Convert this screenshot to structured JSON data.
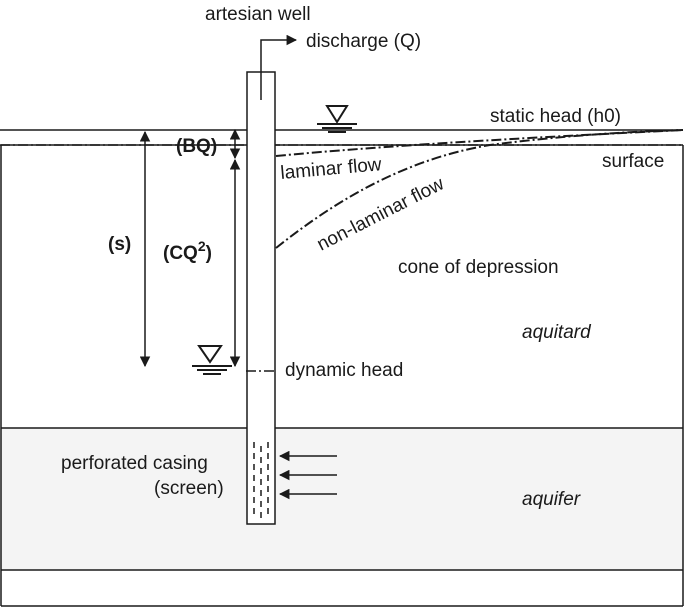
{
  "labels": {
    "artesian_well": "artesian well",
    "discharge": "discharge (Q)",
    "static_head": "static head (h0)",
    "surface": "surface",
    "bq": "(BQ)",
    "laminar_flow": "laminar flow",
    "non_laminar_flow": "non-laminar flow",
    "s": "(s)",
    "cq_base": "(CQ",
    "cq_exp": "2",
    "cq_close": ")",
    "cone_of_depression": "cone of depression",
    "aquitard": "aquitard",
    "dynamic_head": "dynamic head",
    "perforated_casing": "perforated casing",
    "screen": "(screen)",
    "aquifer": "aquifer"
  },
  "colors": {
    "ink": "#1a1a1a",
    "aquifer_fill": "#f4f4f4",
    "background": "#ffffff"
  },
  "icons": [
    "water-level-triangle-icon",
    "arrow-right-icon"
  ]
}
